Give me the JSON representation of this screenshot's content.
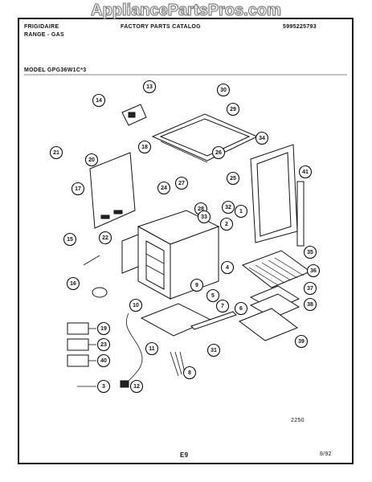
{
  "watermark": "AppliancePartsPros.com",
  "header": {
    "brand": "FRIGIDAIRE",
    "category": "RANGE - GAS",
    "catalog": "FACTORY PARTS CATALOG",
    "number": "5995225793",
    "model": "MODEL GPG36W1C*3"
  },
  "footer": {
    "drawing_code": "2250",
    "page": "E9",
    "date": "8/92"
  },
  "callouts": [
    "1",
    "2",
    "3",
    "4",
    "5",
    "6",
    "7",
    "8",
    "9",
    "10",
    "11",
    "12",
    "13",
    "14",
    "15",
    "16",
    "17",
    "18",
    "19",
    "20",
    "21",
    "22",
    "23",
    "24",
    "25",
    "26",
    "27",
    "28",
    "29",
    "30",
    "31",
    "32",
    "33",
    "34",
    "35",
    "36",
    "37",
    "38",
    "39",
    "40",
    "41"
  ],
  "legend_items": [
    "19",
    "23",
    "40",
    "3"
  ]
}
